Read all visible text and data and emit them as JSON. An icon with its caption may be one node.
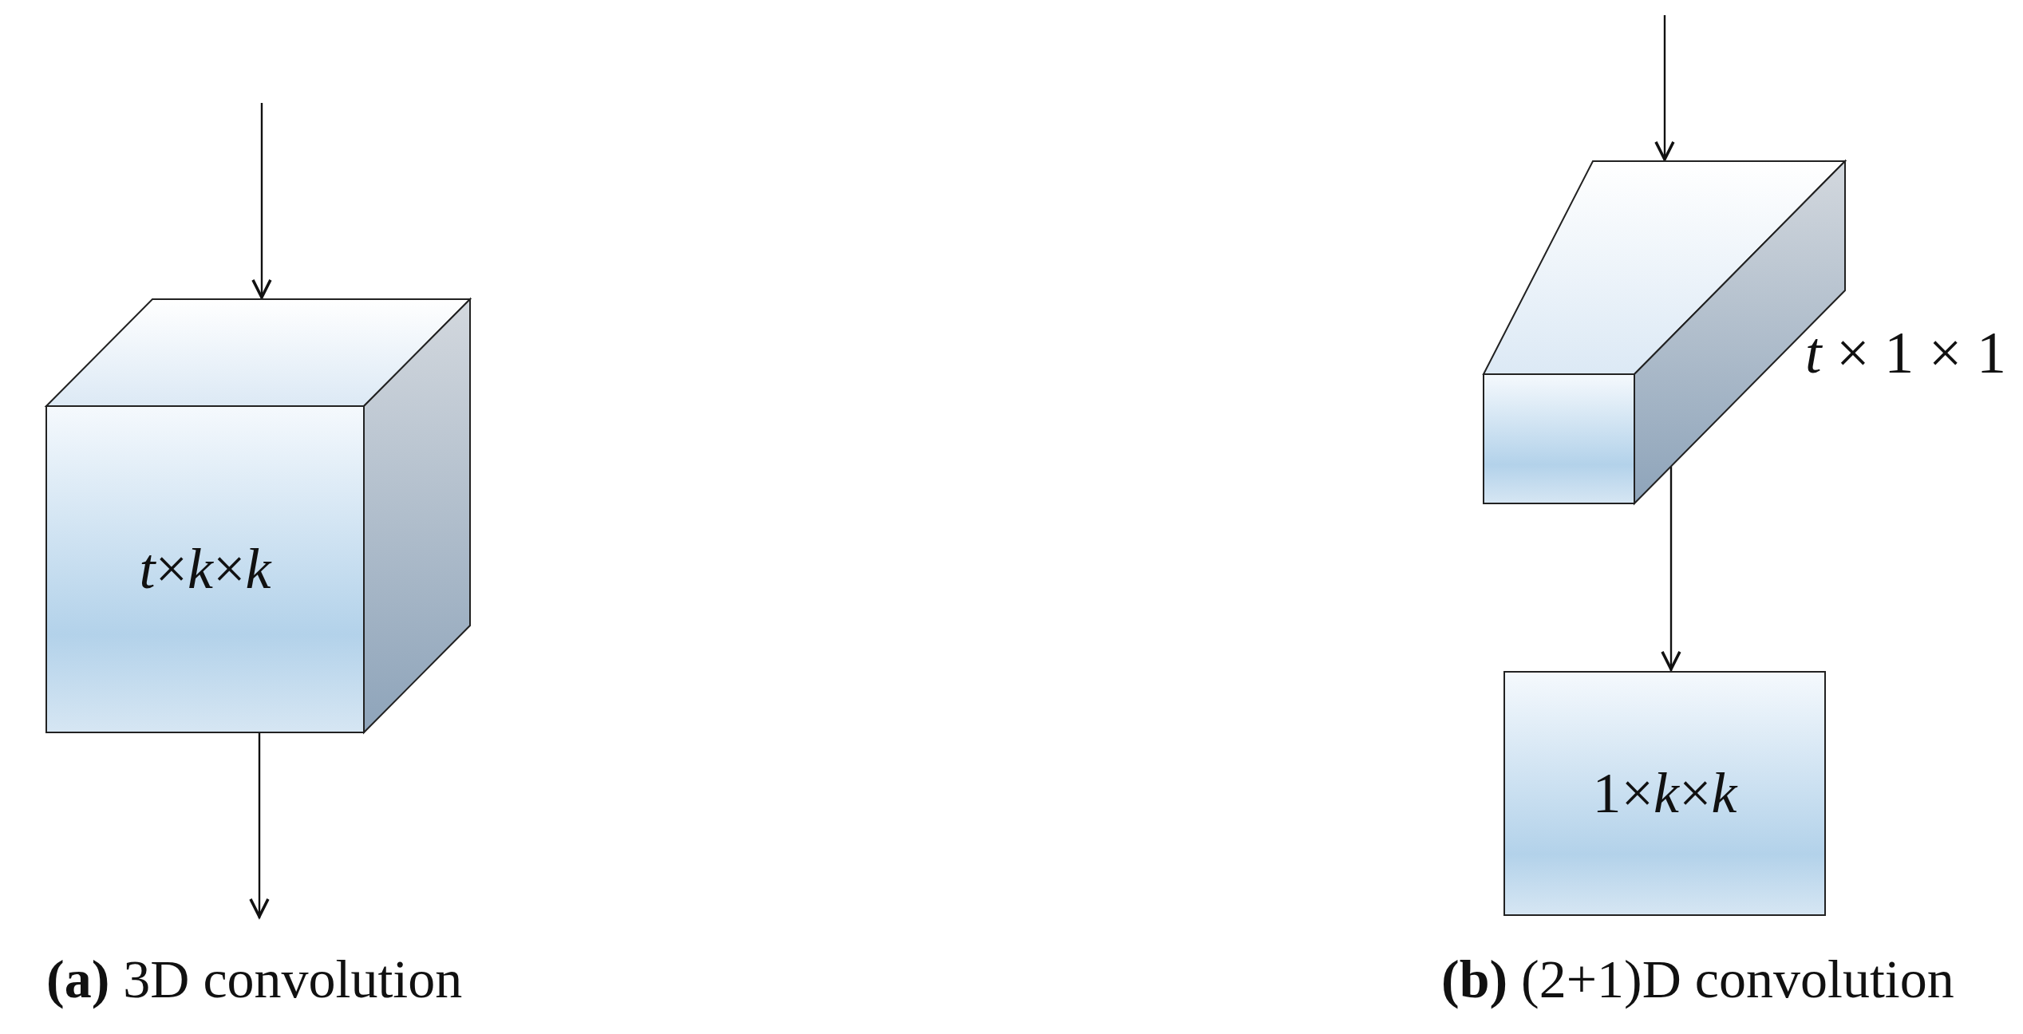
{
  "diagram": {
    "nodes": [
      {
        "text": [
          "*t*×*k*×*k*"
        ]
      },
      {
        "text": [],
        "shape": "box",
        "beside": [
          "*t* × 1 × 1"
        ]
      },
      {
        "text": [
          "1×*k*×*k*"
        ]
      }
    ],
    "edges": [
      {
        "from": null,
        "to": 0,
        "arrow": "to"
      },
      {
        "from": 0,
        "to": null,
        "arrow": "to"
      },
      {
        "from": null,
        "to": 1,
        "arrow": "to"
      },
      {
        "from": 1,
        "to": 2,
        "arrow": "to"
      }
    ],
    "labels": [
      "**(a)** 3D convolution",
      "**(b)** (2+1)D convolution"
    ]
  }
}
